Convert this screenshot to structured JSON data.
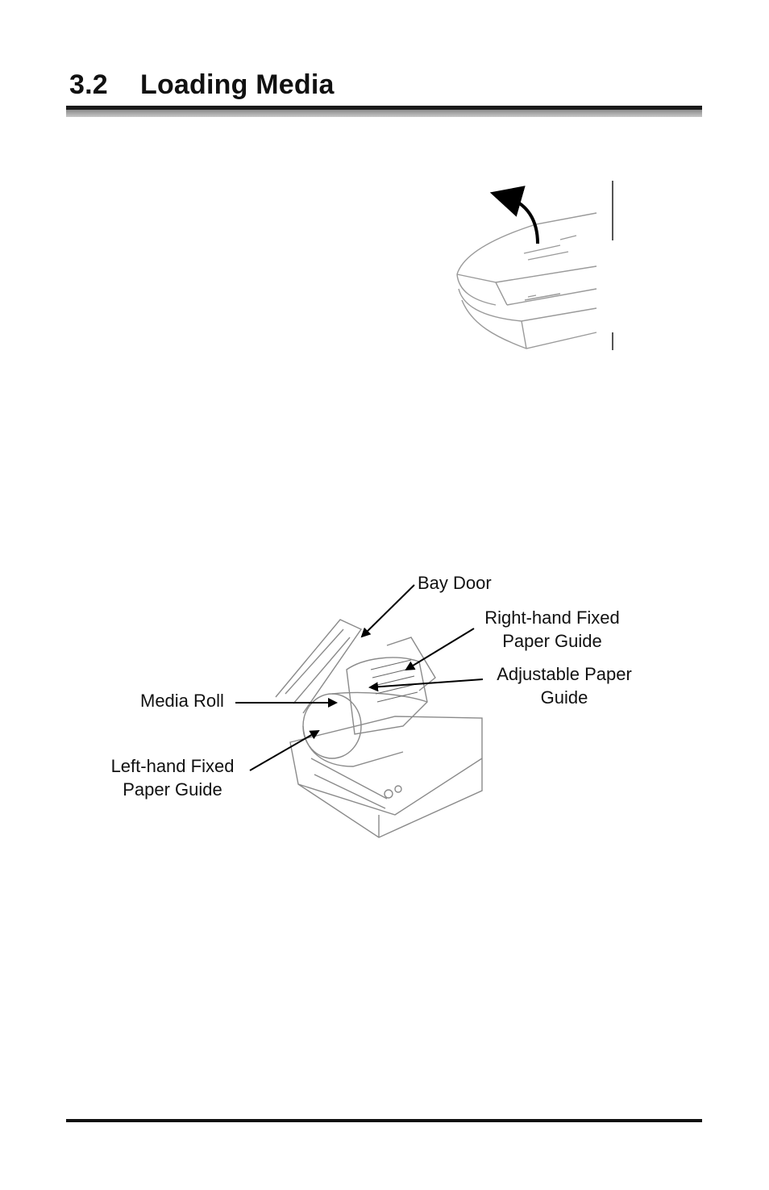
{
  "section": {
    "number": "3.2",
    "title": "Loading Media"
  },
  "figure_labels": {
    "bay_door": "Bay Door",
    "right_guide_line1": "Right-hand Fixed",
    "right_guide_line2": "Paper Guide",
    "adjustable_guide_line1": "Adjustable Paper",
    "adjustable_guide_line2": "Guide",
    "media_roll": "Media Roll",
    "left_guide_line1": "Left-hand Fixed",
    "left_guide_line2": "Paper Guide"
  }
}
